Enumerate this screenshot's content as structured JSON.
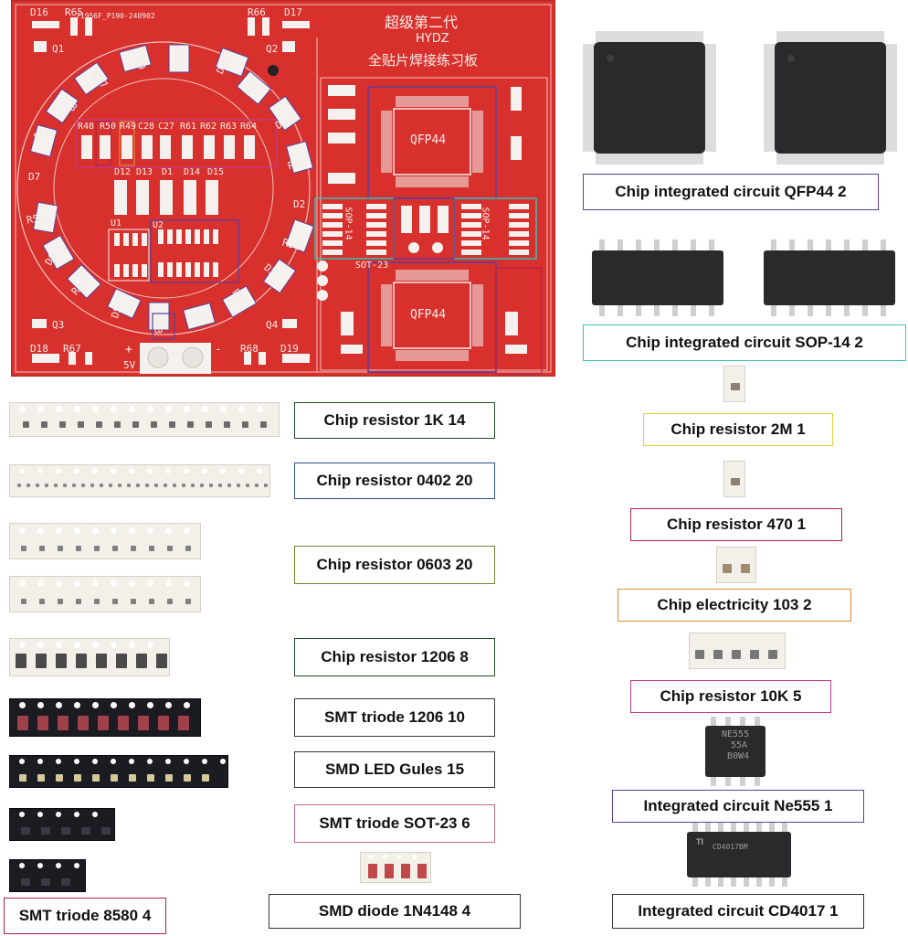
{
  "colors": {
    "pcb": "#d8302c",
    "frame_purple": "#5b3f9a",
    "frame_teal": "#37c0b9",
    "frame_yellow": "#e6cf34",
    "frame_crimson": "#b0244a",
    "frame_orange": "#e38b34",
    "frame_magenta": "#c03a8f",
    "frame_green": "#1e4d27",
    "frame_blue": "#2f4f8f",
    "frame_olive": "#6a8a2a",
    "frame_black": "#333333",
    "frame_pink": "#c46a8a"
  },
  "pcb": {
    "title_line1": "超级第二代",
    "title_line2": "HYDZ",
    "title_line3": "全贴片焊接练习板",
    "serial": "71956F_P190-240902",
    "voltage": "5V",
    "plus": "+",
    "minus": "-",
    "qfp_top": "QFP44",
    "qfp_bottom": "QFP44",
    "sop_left": "SOP-14",
    "sop_right": "SOP-14",
    "sot": "SOT-23",
    "refs": {
      "d16": "D16",
      "r65": "R65",
      "r66": "R66",
      "d17": "D17",
      "q1": "Q1",
      "q2": "Q2",
      "q3": "Q3",
      "q4": "Q4",
      "d18": "D18",
      "r67": "R67",
      "r68": "R68",
      "d19": "D19",
      "r48": "R48",
      "r50": "R50",
      "r49": "R49",
      "c28": "C28",
      "c27": "C27",
      "r61": "R61",
      "r62": "R62",
      "r63": "R63",
      "r64": "R64",
      "d12": "D12",
      "d13": "D13",
      "d1": "D1",
      "d14": "D14",
      "d15": "D15",
      "u1": "U1",
      "u2": "U2",
      "r56": "R56",
      "d7": "D7",
      "r55": "R55",
      "r60": "R60",
      "d2": "D2",
      "r51": "R51",
      "d11": "D11",
      "r59": "R59",
      "d10": "D10",
      "r58": "R58",
      "r57": "R57",
      "d8": "D8",
      "r52": "R52",
      "r53": "R53",
      "r54": "R54",
      "d6": "D6",
      "d5": "D5",
      "d4": "D4",
      "d3": "D3",
      "d9": "D9"
    }
  },
  "items": {
    "qfp44": "Chip integrated circuit QFP44 2",
    "sop14": "Chip integrated circuit SOP-14 2",
    "r2m": "Chip resistor 2M 1",
    "r470": "Chip resistor 470 1",
    "c103": "Chip electricity 103 2",
    "r10k": "Chip resistor 10K 5",
    "ne555": "Integrated circuit  Ne555 1",
    "cd4017": "Integrated circuit CD4017 1",
    "r1k": "Chip resistor 1K 14",
    "r0402": "Chip resistor 0402 20",
    "r0603": "Chip resistor 0603 20",
    "r1206": "Chip resistor 1206 8",
    "triode1206": "SMT triode 1206 10",
    "led": "SMD LED Gules 15",
    "sot23": "SMT triode SOT-23 6",
    "t8580": "SMT triode 8580 4",
    "diode": "SMD diode 1N4148 4"
  },
  "chip_marks": {
    "ne555_l1": "NE555",
    "ne555_l2": "55A",
    "ne555_l3": "B0W4",
    "cd4017_l1": "TI",
    "cd4017_l2": "CD4017BM"
  }
}
